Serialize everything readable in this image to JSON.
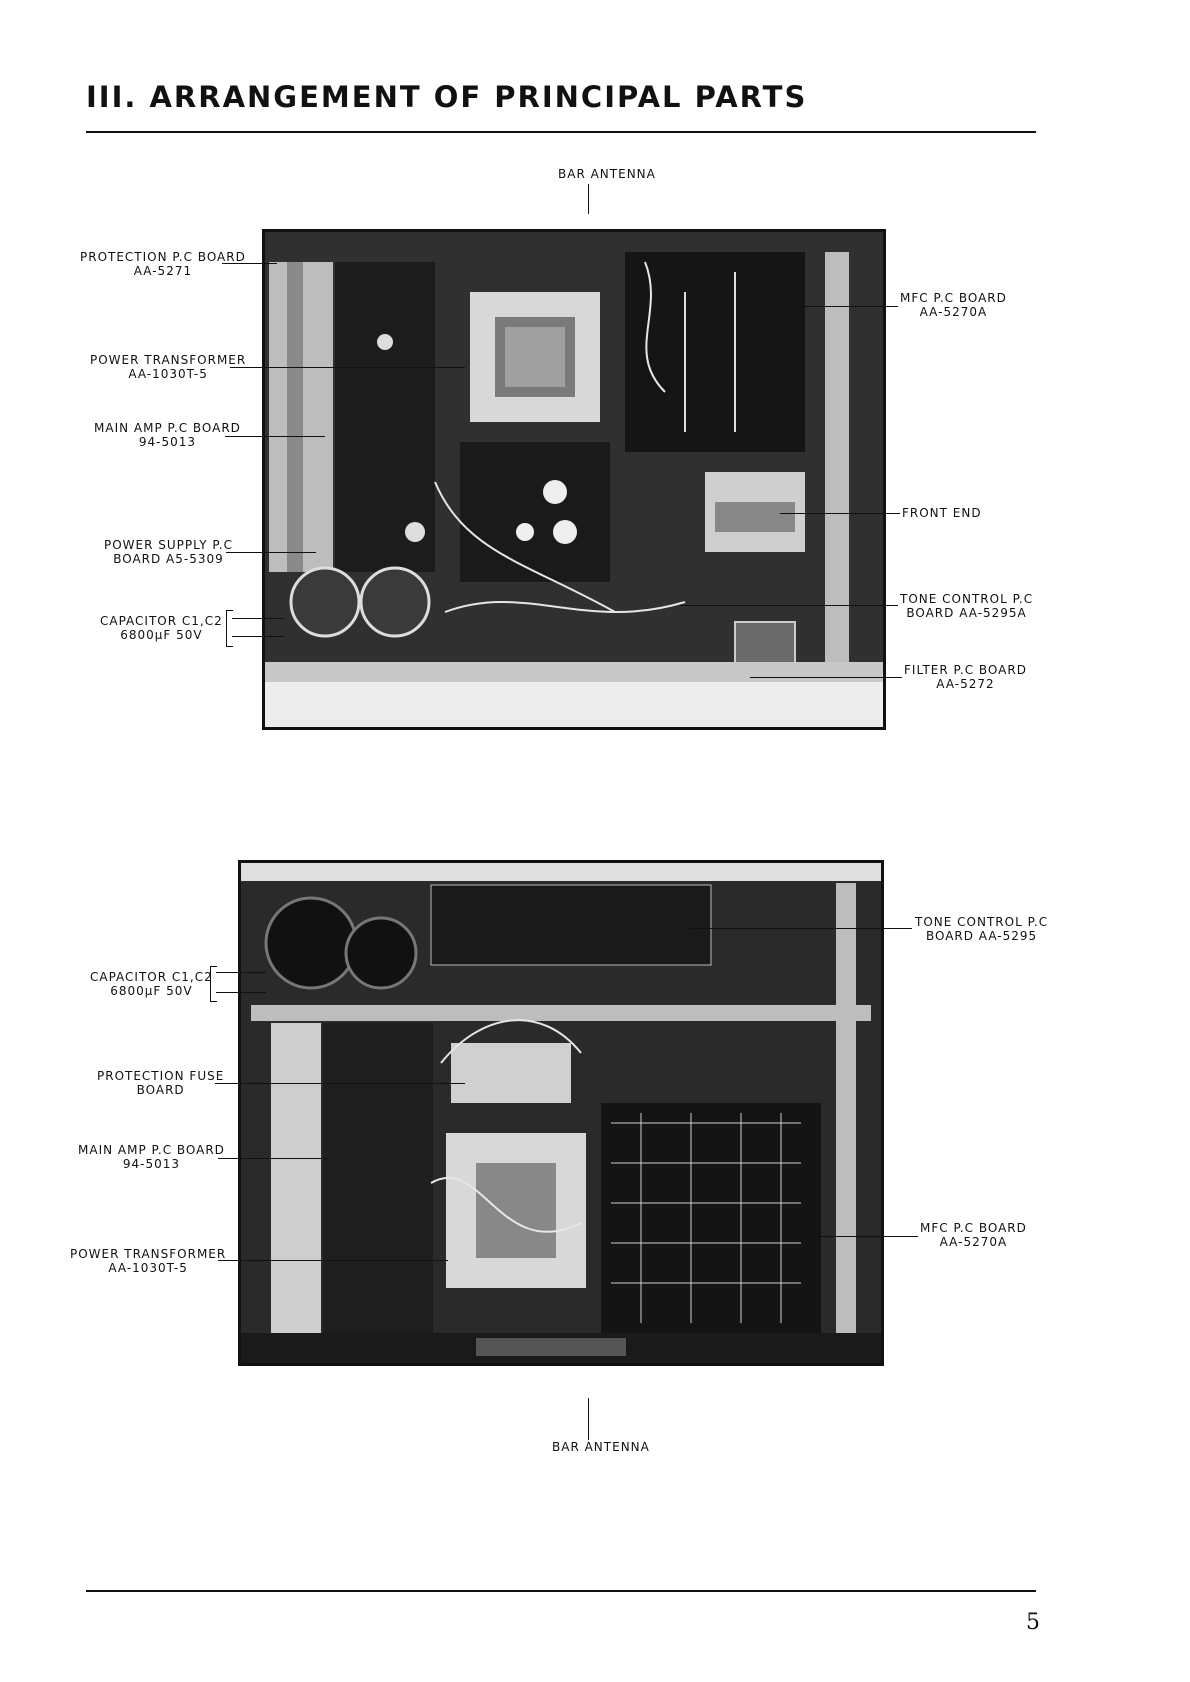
{
  "header": {
    "title": "III. ARRANGEMENT OF PRINCIPAL PARTS"
  },
  "top_photo": {
    "labels": {
      "bar_antenna": "BAR ANTENNA",
      "protection_pc_board": "PROTECTION P.C BOARD\nAA-5271",
      "power_transformer": "POWER TRANSFORMER\nAA-1030T-5",
      "main_amp_pc_board": "MAIN AMP P.C BOARD\n94-5013",
      "power_supply_pc_board": "POWER SUPPLY P.C\nBOARD A5-5309",
      "capacitor": "CAPACITOR C1,C2\n6800μF 50V",
      "mfc_pc_board": "MFC P.C BOARD\nAA-5270A",
      "front_end": "FRONT END",
      "tone_control_pc_board": "TONE CONTROL P.C\nBOARD AA-5295A",
      "filter_pc_board": "FILTER P.C BOARD\nAA-5272"
    }
  },
  "bottom_photo": {
    "labels": {
      "capacitor": "CAPACITOR C1,C2\n6800μF 50V",
      "protection_fuse_board": "PROTECTION FUSE\nBOARD",
      "main_amp_pc_board": "MAIN AMP P.C BOARD\n94-5013",
      "power_transformer": "POWER TRANSFORMER\nAA-1030T-5",
      "tone_control_pc_board": "TONE CONTROL P.C\nBOARD AA-5295",
      "mfc_pc_board": "MFC P.C BOARD\nAA-5270A",
      "bar_antenna": "BAR ANTENNA"
    }
  },
  "footer": {
    "page_number": "5"
  }
}
